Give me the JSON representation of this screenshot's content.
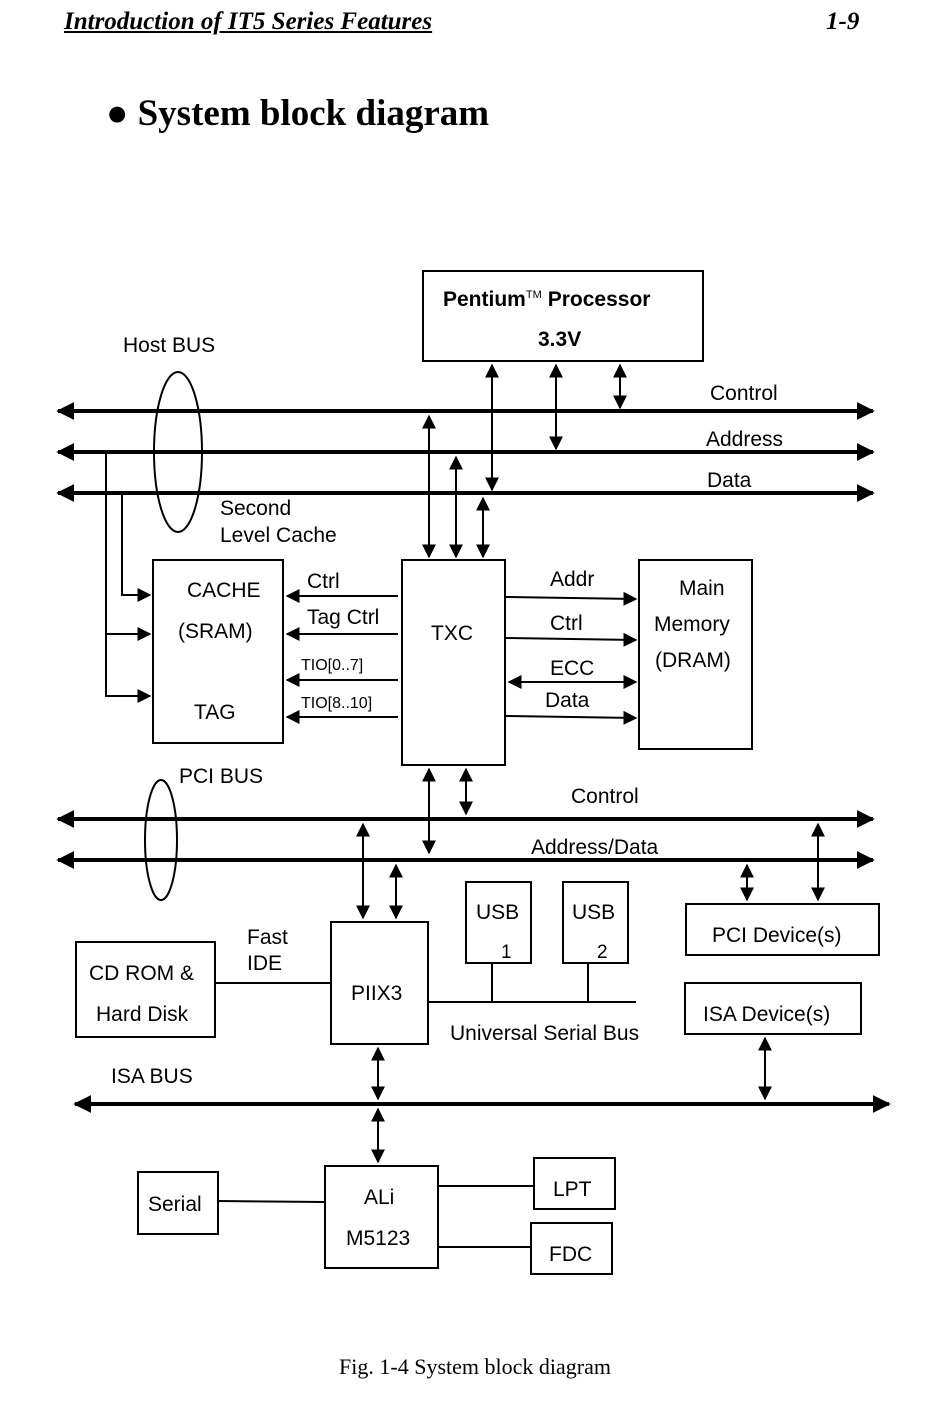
{
  "header": {
    "chapter": "Introduction of IT5 Series Features",
    "page": "1-9"
  },
  "section": {
    "bullet": "●",
    "title": "System block diagram"
  },
  "diagram": {
    "cpu": {
      "name": "Pentium",
      "tm": "TM",
      "suffix": "Processor",
      "voltage": "3.3V"
    },
    "host_bus": {
      "label": "Host BUS",
      "control": "Control",
      "address": "Address",
      "data": "Data"
    },
    "cache_label_1": "Second",
    "cache_label_2": "Level Cache",
    "cache_box": {
      "line1": "CACHE",
      "line2": "(SRAM)",
      "line3": "TAG"
    },
    "cache_signals": {
      "ctrl": "Ctrl",
      "tag_ctrl": "Tag Ctrl",
      "tio_low": "TIO[0..7]",
      "tio_high": "TIO[8..10]"
    },
    "txc": "TXC",
    "mem_signals": {
      "addr": "Addr",
      "ctrl": "Ctrl",
      "ecc": "ECC",
      "data": "Data"
    },
    "main_memory": {
      "line1": "Main",
      "line2": "Memory",
      "line3": "(DRAM)"
    },
    "pci_bus": {
      "label": "PCI BUS",
      "control": "Control",
      "address_data": "Address/Data"
    },
    "usb1": {
      "name": "USB",
      "num": "1"
    },
    "usb2": {
      "name": "USB",
      "num": "2"
    },
    "pci_devices": "PCI Device(s)",
    "isa_devices": "ISA Device(s)",
    "cdrom": {
      "line1": "CD ROM &",
      "line2": "Hard Disk"
    },
    "fast_ide": {
      "line1": "Fast",
      "line2": "IDE"
    },
    "piix3": "PIIX3",
    "usb_bus": "Universal Serial Bus",
    "isa_bus": "ISA BUS",
    "serial": "Serial",
    "ali": {
      "line1": "ALi",
      "line2": "M5123"
    },
    "lpt": "LPT",
    "fdc": "FDC"
  },
  "caption": "Fig. 1-4 System block diagram"
}
